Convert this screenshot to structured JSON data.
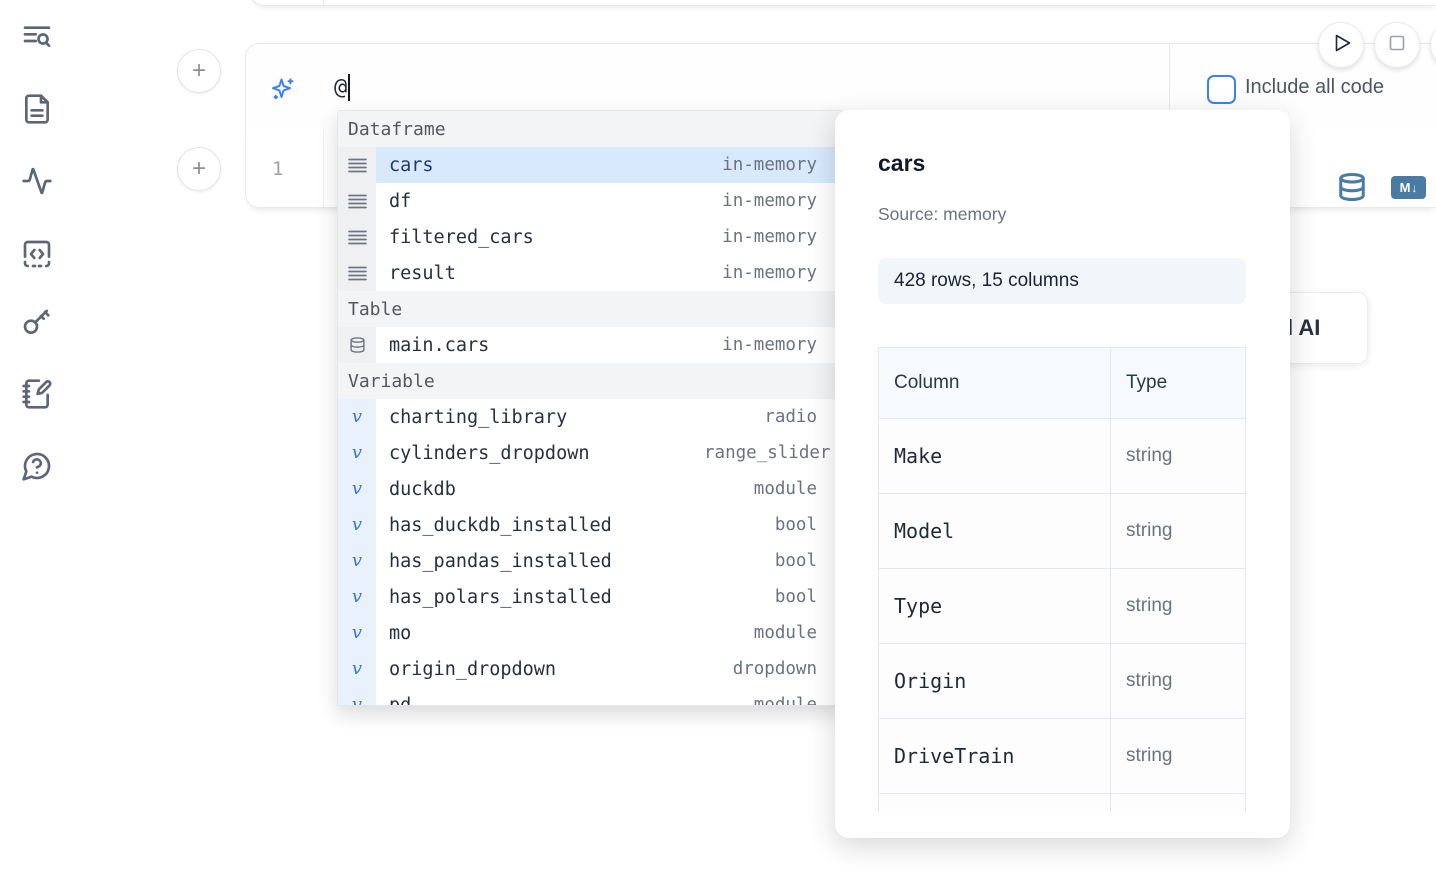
{
  "colors": {
    "accent_blue": "#3b82f6",
    "steel_blue_icon": "#4a7ba3",
    "selected_row_bg": "#d8e9fc",
    "section_header_bg": "#f3f4f5",
    "border": "#e9e9eb"
  },
  "sidebar": {
    "items": [
      {
        "icon": "toc-search-icon"
      },
      {
        "icon": "file-text-icon"
      },
      {
        "icon": "activity-icon"
      },
      {
        "icon": "code-square-icon"
      },
      {
        "icon": "key-icon"
      },
      {
        "icon": "notebook-pen-icon"
      },
      {
        "icon": "help-chat-icon"
      }
    ]
  },
  "ai_cell": {
    "prompt_text": "@",
    "include_label": "Include all code"
  },
  "code_cell": {
    "line_number": "1"
  },
  "ai_card": {
    "visible_label": "l AI"
  },
  "autocomplete": {
    "sections": [
      {
        "label": "Dataframe",
        "items": [
          {
            "name": "cars",
            "meta": "in-memory",
            "icon": "dataframe",
            "selected": true
          },
          {
            "name": "df",
            "meta": "in-memory",
            "icon": "dataframe"
          },
          {
            "name": "filtered_cars",
            "meta": "in-memory",
            "icon": "dataframe"
          },
          {
            "name": "result",
            "meta": "in-memory",
            "icon": "dataframe"
          }
        ]
      },
      {
        "label": "Table",
        "items": [
          {
            "name": "main.cars",
            "meta": "in-memory",
            "icon": "table"
          }
        ]
      },
      {
        "label": "Variable",
        "items": [
          {
            "name": "charting_library",
            "meta": "radio",
            "icon": "variable"
          },
          {
            "name": "cylinders_dropdown",
            "meta": "range_slider",
            "icon": "variable",
            "meta_overflow": true
          },
          {
            "name": "duckdb",
            "meta": "module",
            "icon": "variable"
          },
          {
            "name": "has_duckdb_installed",
            "meta": "bool",
            "icon": "variable"
          },
          {
            "name": "has_pandas_installed",
            "meta": "bool",
            "icon": "variable"
          },
          {
            "name": "has_polars_installed",
            "meta": "bool",
            "icon": "variable"
          },
          {
            "name": "mo",
            "meta": "module",
            "icon": "variable"
          },
          {
            "name": "origin_dropdown",
            "meta": "dropdown",
            "icon": "variable"
          },
          {
            "name": "pd",
            "meta": "module",
            "icon": "variable"
          }
        ]
      }
    ]
  },
  "preview": {
    "title": "cars",
    "source": "Source: memory",
    "shape_badge": "428 rows, 15 columns",
    "table": {
      "headers": [
        "Column",
        "Type"
      ],
      "rows": [
        [
          "Make",
          "string"
        ],
        [
          "Model",
          "string"
        ],
        [
          "Type",
          "string"
        ],
        [
          "Origin",
          "string"
        ],
        [
          "DriveTrain",
          "string"
        ]
      ]
    }
  }
}
